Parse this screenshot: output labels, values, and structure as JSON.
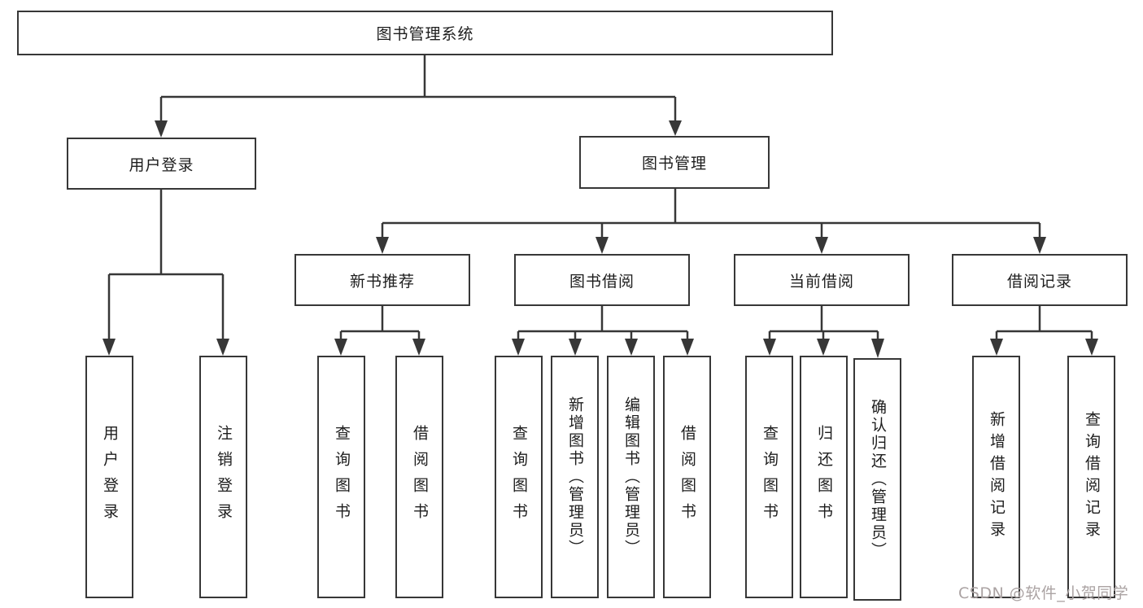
{
  "root": {
    "label": "图书管理系统"
  },
  "level2": [
    {
      "label": "用户登录"
    },
    {
      "label": "图书管理"
    }
  ],
  "level3": [
    {
      "label": "新书推荐"
    },
    {
      "label": "图书借阅"
    },
    {
      "label": "当前借阅"
    },
    {
      "label": "借阅记录"
    }
  ],
  "leaves": {
    "user_login": [
      {
        "label": "用户登录"
      },
      {
        "label": "注销登录"
      }
    ],
    "new_book_rec": [
      {
        "label": "查询图书"
      },
      {
        "label": "借阅图书"
      }
    ],
    "book_borrow": [
      {
        "label": "查询图书"
      },
      {
        "label": "新增图书（管理员）"
      },
      {
        "label": "编辑图书（管理员）"
      },
      {
        "label": "借阅图书"
      }
    ],
    "current_borrow": [
      {
        "label": "查询图书"
      },
      {
        "label": "归还图书"
      },
      {
        "label": "确认归还（管理员）"
      }
    ],
    "borrow_records": [
      {
        "label": "新增借阅记录"
      },
      {
        "label": "查询借阅记录"
      }
    ]
  },
  "watermark": "CSDN @软件_小贺同学",
  "colors": {
    "line": "#373737",
    "text": "#1d1d1d",
    "watermark": "#aba3a3",
    "background": "#ffffff"
  }
}
